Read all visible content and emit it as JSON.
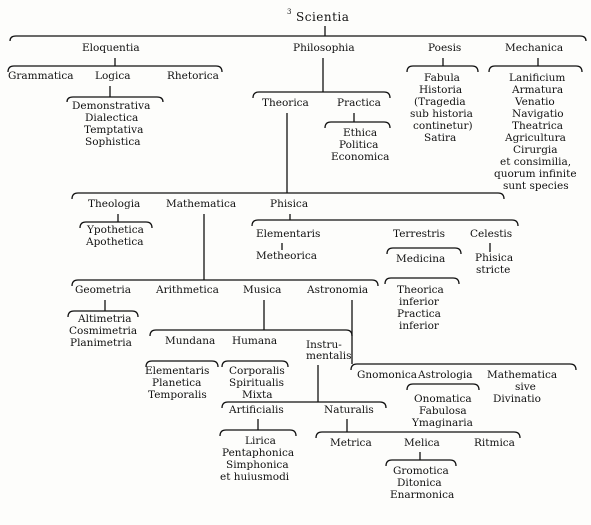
{
  "root": {
    "marker": "3",
    "label": "Scientia"
  },
  "labels": {
    "eloquentia": "Eloquentia",
    "philosophia": "Philosophia",
    "poesis": "Poesis",
    "mechanica": "Mechanica",
    "grammatica": "Grammatica",
    "logica": "Logica",
    "rhetorica": "Rhetorica",
    "demonstrativa": "Demonstrativa",
    "dialectica": "Dialectica",
    "temptativa": "Temptativa",
    "sophistica": "Sophistica",
    "fabula": "Fabula",
    "historia": "Historia",
    "tragedia": "(Tragedia",
    "sub_historia": "sub historia",
    "continetur": "continetur)",
    "satira": "Satira",
    "lanificium": "Lanificium",
    "armatura": "Armatura",
    "venatio": "Venatio",
    "navigatio": "Navigatio",
    "theatrica": "Theatrica",
    "agricultura": "Agricultura",
    "cirurgia": "Cirurgia",
    "et_consimilia": "et consimilia,",
    "quorum_infinite": "quorum infinite",
    "sunt_species": "sunt species",
    "theorica": "Theorica",
    "practica": "Practica",
    "ethica": "Ethica",
    "politica": "Politica",
    "economica": "Economica",
    "theologia": "Theologia",
    "mathematica": "Mathematica",
    "phisica": "Phisica",
    "ypothetica": "Ypothetica",
    "apothetica": "Apothetica",
    "elementaris": "Elementaris",
    "terrestris": "Terrestris",
    "celestis": "Celestis",
    "metheorica": "Metheorica",
    "medicina": "Medicina",
    "phisica_stricte_1": "Phisica",
    "phisica_stricte_2": "stricte",
    "theorica_inferior_1": "Theorica",
    "theorica_inferior_2": "inferior",
    "practica_inferior_1": "Practica",
    "practica_inferior_2": "inferior",
    "geometria": "Geometria",
    "arithmetica": "Arithmetica",
    "musica": "Musica",
    "astronomia": "Astronomia",
    "altimetria": "Altimetria",
    "cosmimetria": "Cosmimetria",
    "planimetria": "Planimetria",
    "mundana": "Mundana",
    "humana": "Humana",
    "instrumentalis_1": "Instru-",
    "instrumentalis_2": "mentalis",
    "elementaris_m": "Elementaris",
    "planetica": "Planetica",
    "temporalis": "Temporalis",
    "corporalis": "Corporalis",
    "spiritualis": "Spiritualis",
    "mixta": "Mixta",
    "gnomonica": "Gnomonica",
    "astrologia": "Astrologia",
    "mathematica_sive_1": "Mathematica",
    "mathematica_sive_2": "sive",
    "mathematica_sive_3": "Divinatio",
    "onomatica": "Onomatica",
    "fabulosa": "Fabulosa",
    "ymaginaria": "Ymaginaria",
    "artificialis": "Artificialis",
    "naturalis": "Naturalis",
    "lirica": "Lirica",
    "pentaphonica": "Pentaphonica",
    "simphonica": "Simphonica",
    "et_huiusmodi": "et huiusmodi",
    "metrica": "Metrica",
    "melica": "Melica",
    "ritmica": "Ritmica",
    "gromotica": "Gromotica",
    "ditonica": "Ditonica",
    "enarmonica": "Enarmonica"
  }
}
